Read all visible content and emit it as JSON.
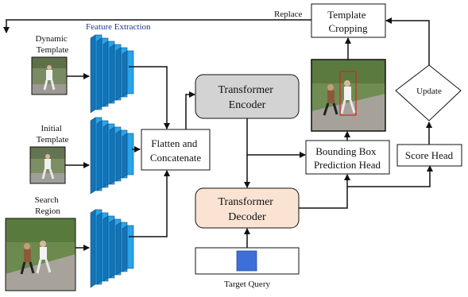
{
  "labels": {
    "dynamic_template": [
      "Dynamic",
      "Template"
    ],
    "initial_template": [
      "Initial",
      "Template"
    ],
    "search_region": [
      "Search",
      "Region"
    ],
    "feature_extraction": "Feature Extraction",
    "flatten_concat": [
      "Flatten and",
      "Concatenate"
    ],
    "transformer_encoder": [
      "Transformer",
      "Encoder"
    ],
    "transformer_decoder": [
      "Transformer",
      "Decoder"
    ],
    "bbox_head": [
      "Bounding Box",
      "Prediction Head"
    ],
    "score_head": "Score Head",
    "update": "Update",
    "template_cropping": [
      "Template",
      "Cropping"
    ],
    "replace": "Replace",
    "target_query": "Target Query"
  },
  "colors": {
    "feature_block": "#2aa3e8",
    "feature_block_dark": "#1474b8",
    "encoder_fill": "#d3d3d3",
    "decoder_fill": "#fbe3d3",
    "query_token": "#3d6fd9",
    "bbox_red": "#e02020"
  }
}
